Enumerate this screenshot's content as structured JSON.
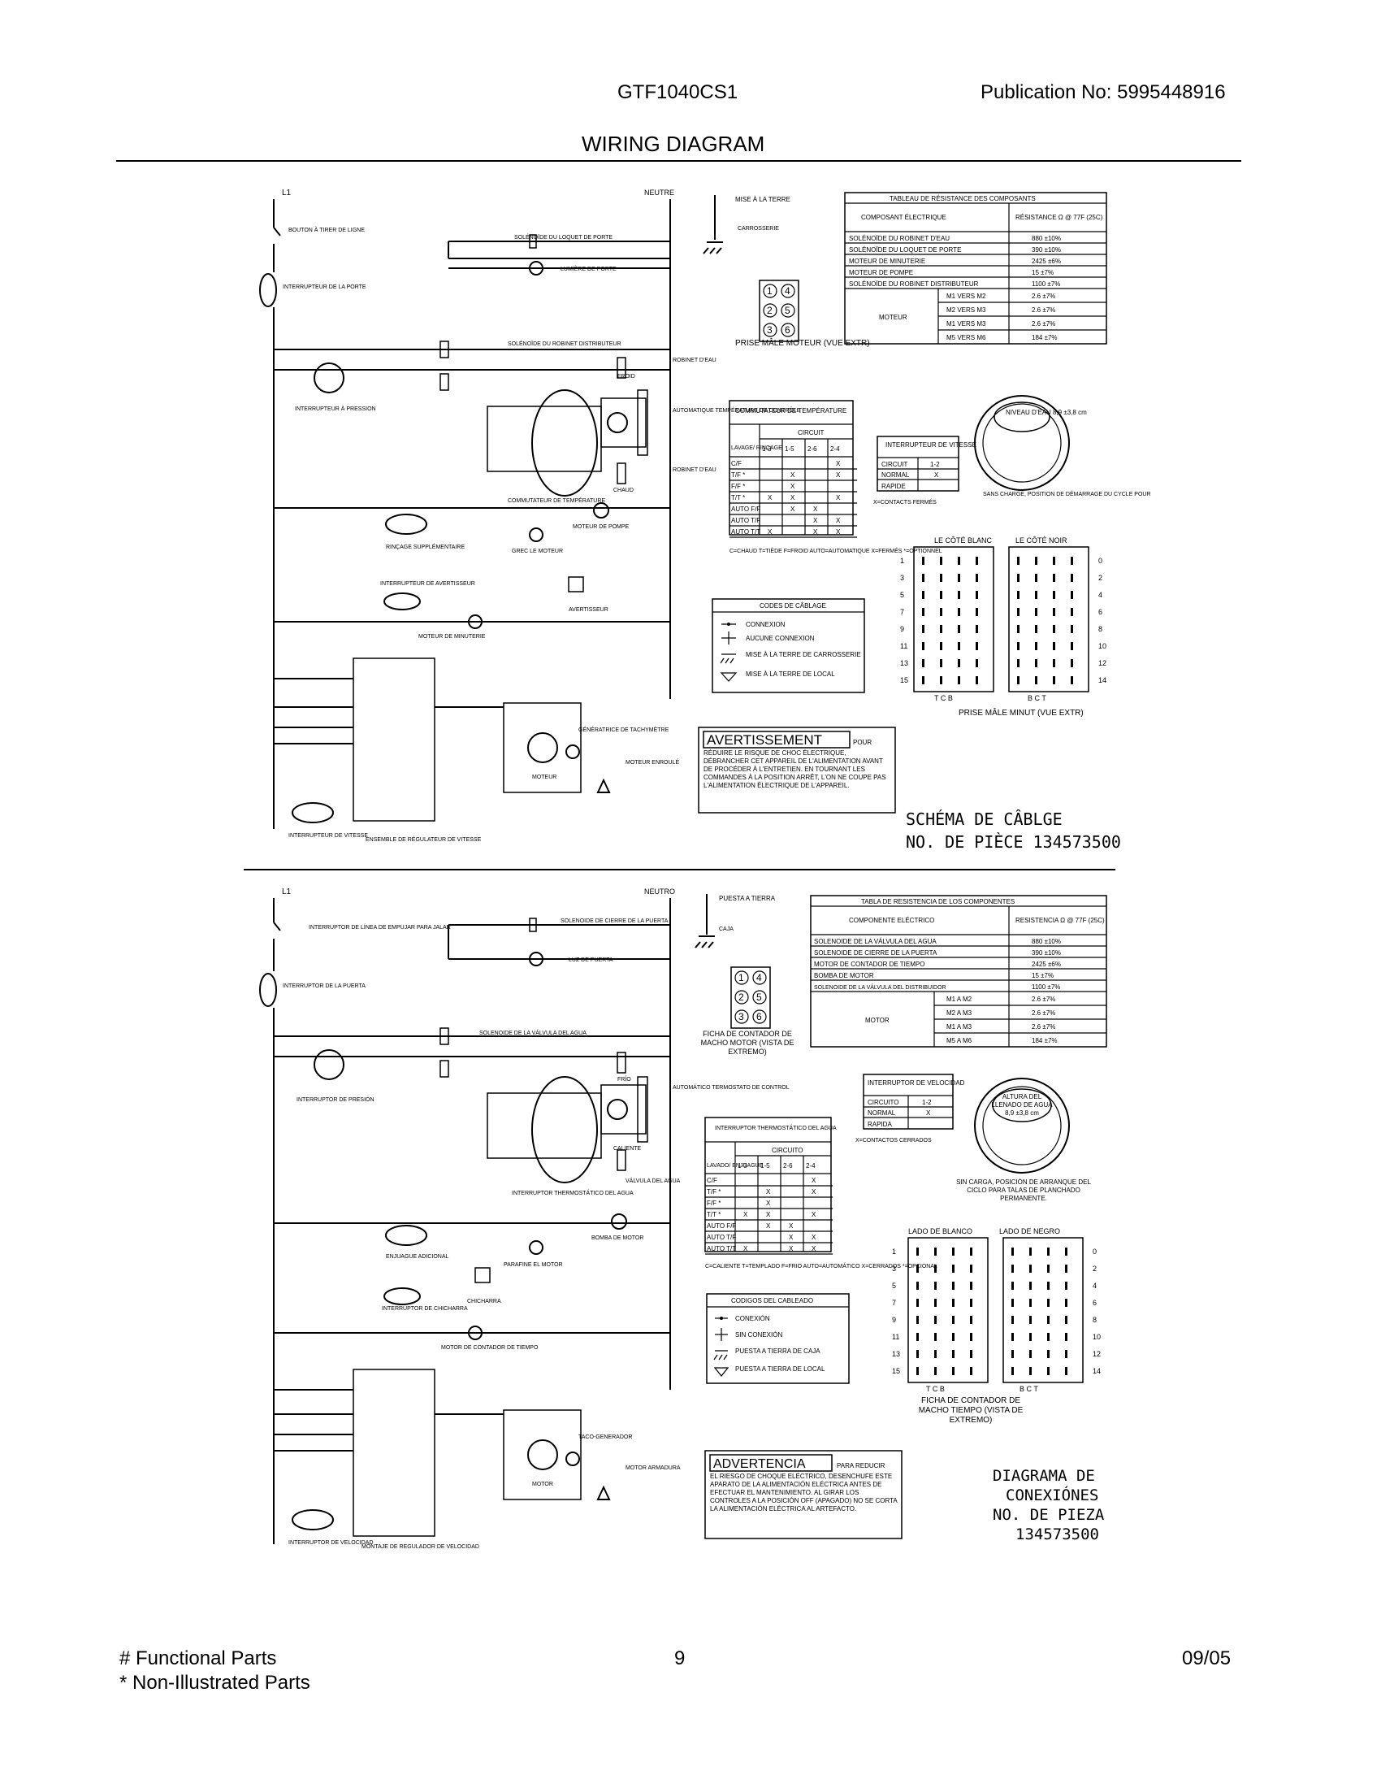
{
  "header": {
    "model": "GTF1040CS1",
    "publication": "Publication No:  5995448916",
    "title": "WIRING DIAGRAM"
  },
  "footer": {
    "functional": "# Functional Parts",
    "non_illustrated": "* Non-Illustrated Parts",
    "page": "9",
    "date": "09/05"
  },
  "fr": {
    "l1": "L1",
    "neutre": "NEUTRE",
    "mise_terre": "MISE À LA TERRE",
    "carrosserie": "CARROSSERIE",
    "bouton": "BOUTON À TIRER DE LIGNE",
    "solenoide_loquet": "SOLÉNOÏDE DU LOQUET DE PORTE",
    "lumiere_porte": "LUMIÈRE DE PORTE",
    "inter_porte": "INTERRUPTEUR DE LA PORTE",
    "inter_pression": "INTERRUPTEUR À PRESSION",
    "solenoide_distrib": "SOLÉNOÏDE DU ROBINET DISTRIBUTEUR",
    "robinet_eau": "ROBINET D'EAU",
    "froid": "FROID",
    "chaud": "CHAUD",
    "robinet_chaud": "ROBINET D'EAU",
    "auto_temp": "AUTOMATIQUE TEMPÉRATURE DE CONTRÔLE",
    "comm_temp": "COMMUTATEUR DE TEMPÉRATURE",
    "moteur_pompe": "MOTEUR DE POMPE",
    "grec_moteur": "GREC LE MOTEUR",
    "rincage": "RINÇAGE SUPPLÉMENTAIRE",
    "inter_avert": "INTERRUPTEUR DE AVERTISSEUR",
    "avertisseur": "AVERTISSEUR",
    "moteur_minuterie": "MOTEUR DE MINUTERIE",
    "generatrice": "GÉNÉRATRICE DE TACHYMÈTRE",
    "moteur": "MOTEUR",
    "moteur_enroule": "MOTEUR ENROULÉ",
    "inter_vitesse": "INTERRUPTEUR DE VITESSE",
    "ensemble": "ENSEMBLE DE RÉGULATEUR DE VITESSE",
    "prise_moteur": "PRISE MÂLE MOTEUR (VUE EXTR)",
    "prise_minut": "PRISE MÂLE MINUT (VUE EXTR)",
    "niveau": "NIVEAU D'EAU 8,9 ±3,8 cm",
    "sans_charge": "SANS CHARGE, POSITION DE DÉMARRAGE DU CYCLE POUR",
    "cote_blanc": "LE CÔTÉ BLANC",
    "cote_noir": "LE CÔTÉ NOIR",
    "schema": "SCHÉMA DE CÂBLGE",
    "no_piece": "NO. DE PIÈCE 134573500",
    "resistance_table": {
      "title": "TABLEAU DE RÉSISTANCE DES COMPOSANTS",
      "col1": "COMPOSANT ÉLECTRIQUE",
      "col2": "RÉSISTANCE Ω @ 77F (25C)",
      "rows": [
        [
          "SOLÉNOÏDE DU ROBINET D'EAU",
          "880 ±10%"
        ],
        [
          "SOLÉNOÏDE DU LOQUET DE PORTE",
          "390 ±10%"
        ],
        [
          "MOTEUR DE MINUTERIE",
          "2425 ±6%"
        ],
        [
          "MOTEUR DE POMPE",
          "15 ±7%"
        ],
        [
          "SOLÉNOÏDE DU ROBINET DISTRIBUTEUR",
          "1100 ±7%"
        ]
      ],
      "motor_label": "MOTEUR",
      "motor_rows": [
        [
          "M1 VERS M2",
          "2.6 ±7%"
        ],
        [
          "M2 VERS M3",
          "2.6 ±7%"
        ],
        [
          "M1 VERS M3",
          "2.6 ±7%"
        ],
        [
          "M5 VERS M6",
          "184 ±7%"
        ]
      ]
    },
    "comm_table": {
      "title": "COMMUTATEUR DE TEMPÉRATURE",
      "circuit": "CIRCUIT",
      "row_header": "LAVAGE/ RINÇAGE",
      "cols": [
        "1-3",
        "1-5",
        "2-6",
        "2-4"
      ],
      "rows": [
        [
          "C/F",
          "",
          "",
          "",
          "X"
        ],
        [
          "T/F *",
          "",
          "X",
          "",
          "X"
        ],
        [
          "F/F *",
          "",
          "X",
          "",
          ""
        ],
        [
          "T/T *",
          "X",
          "X",
          "",
          "X"
        ],
        [
          "AUTO F/F",
          "",
          "X",
          "X",
          ""
        ],
        [
          "AUTO T/F",
          "",
          "",
          "X",
          "X"
        ],
        [
          "AUTO T/T",
          "X",
          "",
          "X",
          "X"
        ]
      ],
      "legend": "C=CHAUD  T=TIÈDE  F=FROID AUTO=AUTOMATIQUE  X=FERMÉS *=OPTIONNEL"
    },
    "vitesse_table": {
      "title": "INTERRUPTEUR DE VITESSE",
      "circuit": "CIRCUIT",
      "cval": "1-2",
      "rows": [
        [
          "NORMAL",
          "X"
        ],
        [
          "RAPIDE",
          ""
        ]
      ],
      "legend": "X=CONTACTS FERMÉS"
    },
    "codes": {
      "title": "CODES DE CÂBLAGE",
      "items": [
        "CONNEXION",
        "AUCUNE CONNEXION",
        "MISE À LA TERRE DE CARROSSERIE",
        "MISE À LA TERRE DE LOCAL"
      ]
    },
    "warning": {
      "badge": "AVERTISSEMENT",
      "pour": "POUR",
      "text": "RÉDUIRE LE RISQUE DE CHOC ÉLECTRIQUE, DÉBRANCHER CET APPAREIL DE L'ALIMENTATION AVANT DE PROCÉDER À L'ENTRETIEN. EN TOURNANT LES COMMANDES À LA POSITION ARRÊT, L'ON NE COUPE PAS L'ALIMENTATION ÉLECTRIQUE DE L'APPAREIL."
    }
  },
  "es": {
    "l1": "L1",
    "neutro": "NEUTRO",
    "puesta_tierra": "PUESTA A TIERRA",
    "caja": "CAJA",
    "inter_linea": "INTERRUPTOR DE LÍNEA DE EMPUJAR PARA JALAR",
    "solenoide_cierre": "SOLENOIDE DE CIERRE DE LA PUERTA",
    "luz_puerta": "LUZ DE PUERTA",
    "inter_puerta": "INTERRUPTOR DE LA PUERTA",
    "inter_presion": "INTERRUPTOR DE PRESIÓN",
    "solenoide_valvula": "SOLENOIDE DE LA VÁLVULA DEL AGUA",
    "frio": "FRÍO",
    "caliente": "CALIENTE",
    "valvula": "VÁLVULA DEL AGUA",
    "auto_termo": "AUTOMÁTICO TERMOSTATO DE CONTROL",
    "inter_termo": "INTERRUPTOR THERMOSTÁTICO DEL AGUA",
    "bomba": "BOMBA DE MOTOR",
    "parafine": "PARAFINE EL MOTOR",
    "enjuague": "ENJUAGUE ADICIONAL",
    "inter_chicharra": "INTERRUPTOR DE CHICHARRA",
    "chicharra": "CHICHARRA",
    "motor_contador": "MOTOR DE CONTADOR DE TIEMPO",
    "taco": "TACO-GENERADOR",
    "motor": "MOTOR",
    "motor_armadura": "MOTOR ARMADURA",
    "inter_velocidad": "INTERRUPTOR DE VELOCIDAD",
    "montaje": "MONTAJE DE REGULADOR DE VELOCIDAD",
    "ficha_motor": "FICHA DE CONTADOR DE MACHO MOTOR (VISTA DE EXTREMO)",
    "ficha_tiempo": "FICHA DE CONTADOR DE MACHO TIEMPO (VISTA DE EXTREMO)",
    "altura": "ALTURA DEL LLENADO DE AGUA 8,9 ±3,8 cm",
    "sin_carga": "SIN CARGA, POSICIÓN DE ARRANQUE DEL CICLO PARA TALAS DE PLANCHADO PERMANENTE.",
    "lado_blanco": "LADO DE BLANCO",
    "lado_negro": "LADO DE NEGRO",
    "diagrama": "DIAGRAMA DE",
    "conexiones": "CONEXIÓNES",
    "no_pieza": "NO. DE PIEZA",
    "pieza_num": "134573500",
    "resistance_table": {
      "title": "TABLA DE RESISTENCIA DE LOS COMPONENTES",
      "col1": "COMPONENTE ELÉCTRICO",
      "col2": "RESISTENCIA Ω @ 77F (25C)",
      "rows": [
        [
          "SOLENOIDE DE LA VÁLVULA DEL AGUA",
          "880 ±10%"
        ],
        [
          "SOLENOIDE DE CIERRE DE LA PUERTA",
          "390 ±10%"
        ],
        [
          "MOTOR DE CONTADOR DE TIEMPO",
          "2425 ±6%"
        ],
        [
          "BOMBA DE MOTOR",
          "15 ±7%"
        ],
        [
          "SOLENOIDE DE LA VÁLVULA DEL DISTRIBUIDOR",
          "1100 ±7%"
        ]
      ],
      "motor_label": "MOTOR",
      "motor_rows": [
        [
          "M1 A M2",
          "2.6 ±7%"
        ],
        [
          "M2 A M3",
          "2.6 ±7%"
        ],
        [
          "M1 A M3",
          "2.6 ±7%"
        ],
        [
          "M5 A M6",
          "184 ±7%"
        ]
      ]
    },
    "termo_table": {
      "title": "INTERRUPTOR THERMOSTÁTICO DEL AGUA",
      "circuit": "CIRCUITO",
      "row_header": "LAVADO/ ENJUAGUE",
      "cols": [
        "1-3",
        "1-5",
        "2-6",
        "2-4"
      ],
      "rows": [
        [
          "C/F",
          "",
          "",
          "",
          "X"
        ],
        [
          "T/F *",
          "",
          "X",
          "",
          "X"
        ],
        [
          "F/F *",
          "",
          "X",
          "",
          ""
        ],
        [
          "T/T *",
          "X",
          "X",
          "",
          "X"
        ],
        [
          "AUTO F/F",
          "",
          "X",
          "X",
          ""
        ],
        [
          "AUTO T/F",
          "",
          "",
          "X",
          "X"
        ],
        [
          "AUTO T/T",
          "X",
          "",
          "X",
          "X"
        ]
      ],
      "legend": "C=CALIENTE  T=TEMPLADO  F=FRIO AUTO=AUTOMÁTICO  X=CERRADOS *=OPCIONAL"
    },
    "velocidad_table": {
      "title": "INTERRUPTOR DE VELOCIDAD",
      "circuit": "CIRCUITO",
      "cval": "1-2",
      "rows": [
        [
          "NORMAL",
          "X"
        ],
        [
          "RAPIDA",
          ""
        ]
      ],
      "legend": "X=CONTACTOS CERRADOS"
    },
    "codes": {
      "title": "CODIGOS DEL CABLEADO",
      "items": [
        "CONEXIÓN",
        "SIN CONEXIÓN",
        "PUESTA A TIERRA DE CAJA",
        "PUESTA A TIERRA DE LOCAL"
      ]
    },
    "warning": {
      "badge": "ADVERTENCIA",
      "para": "PARA REDUCIR",
      "text": "EL RIESGO DE CHOQUE ELÉCTRICO, DESENCHUFE ESTE APARATO DE LA ALIMENTACIÓN ELÉCTRICA ANTES DE EFECTUAR EL MANTENIMIENTO. AL GIRAR LOS CONTROLES A LA POSICIÓN OFF (APAGADO) NO SE CORTA LA ALIMENTACIÓN ELÉCTRICA AL ARTEFACTO."
    }
  },
  "timer_rows": {
    "left": [
      "1",
      "3",
      "5",
      "7",
      "9",
      "11",
      "13",
      "15"
    ],
    "right": [
      "0",
      "2",
      "4",
      "6",
      "8",
      "10",
      "12",
      "14"
    ],
    "left_cols": "T   C   B",
    "right_cols": "B   C   T"
  },
  "motor_plug": [
    "1",
    "4",
    "2",
    "5",
    "3",
    "6"
  ]
}
